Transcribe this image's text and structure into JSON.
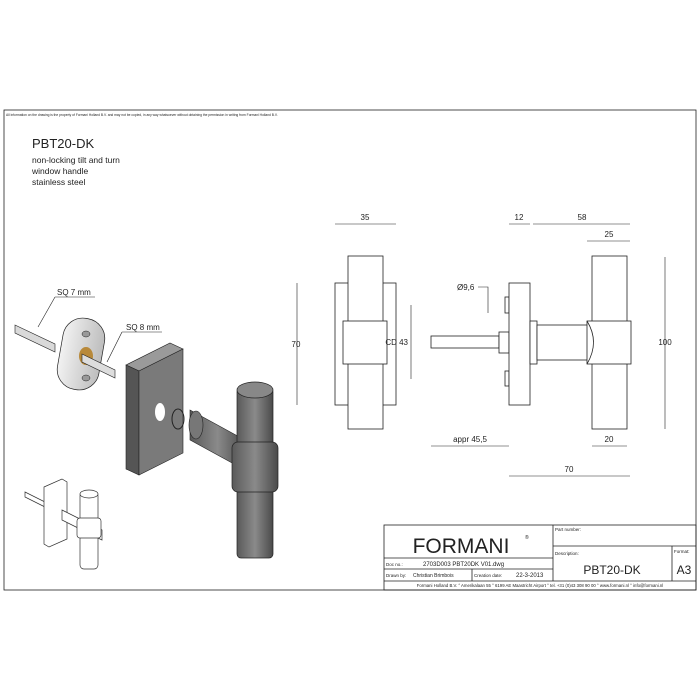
{
  "disclaimer": "All information on the drawing is the property of Formani Holland B.V. and may not be copied, in any way whatsoever without obtaining the permission in writing from Formani Holland B.V.",
  "product": {
    "code": "PBT20-DK",
    "description_lines": [
      "non-locking tilt and turn",
      "window handle",
      "stainless steel"
    ]
  },
  "iso_labels": {
    "spindle": "SQ 7 mm",
    "spindle_inner": "SQ 8 mm"
  },
  "dimensions": {
    "rose_width": "35",
    "rose_height": "70",
    "center_distance": "CD 43",
    "hole_diameter": "Ø9,6",
    "rose_thickness": "12",
    "handle_projection": "58",
    "grip_diameter": "25",
    "grip_length": "100",
    "spindle_length": "appr 45,5",
    "bar_width": "20",
    "total_projection": "70"
  },
  "title_block": {
    "logo": "FORMANI",
    "logo_mark": "®",
    "part_number_label": "Part number:",
    "part_number": "",
    "description_label": "Description:",
    "description": "PBT20-DK",
    "format_label": "Format:",
    "format": "A3",
    "doc_no_label": "Doc no.:",
    "doc_no": "2703D003 PBT20DK V01.dwg",
    "drawn_by_label": "Drawn by:",
    "drawn_by": "Christian Brimbois",
    "creation_date_label": "Creation date:",
    "creation_date": "22-3-2013",
    "footer": "Formani Holland B.V. ° Amerikalaan 55 ° 6199 AE Maastricht Airport ° tel. +31 (0)43 308 90 00 ° www.formani.nl ° info@formani.nl"
  }
}
